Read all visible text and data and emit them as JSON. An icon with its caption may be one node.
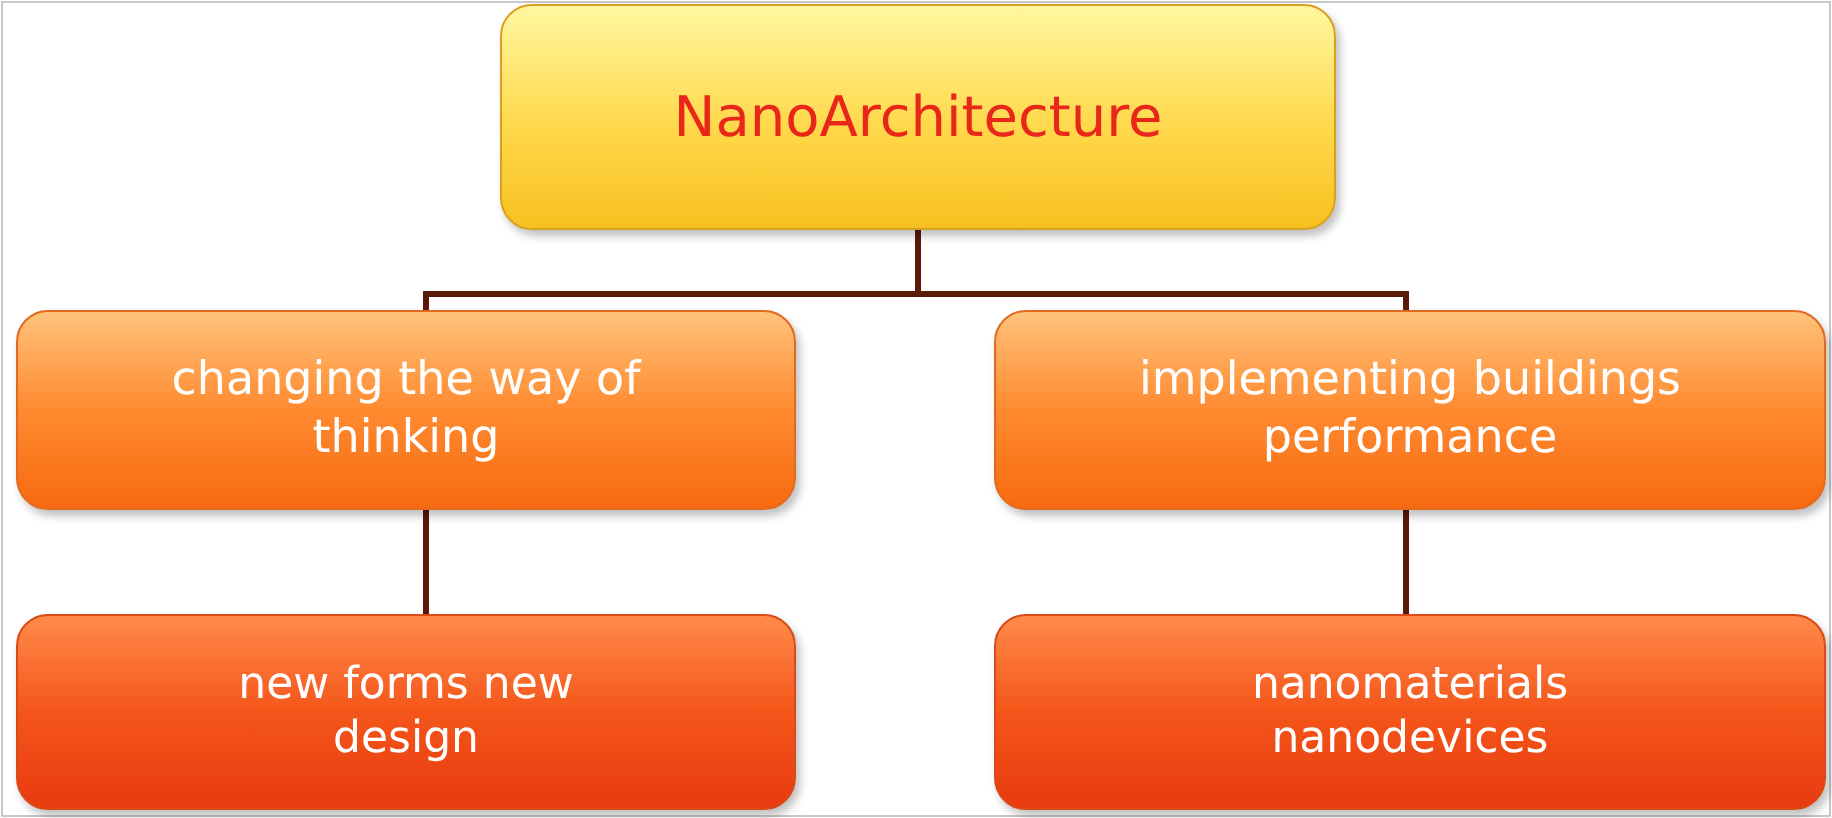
{
  "diagram": {
    "nodes": [
      {
        "text": [
          "NanoArchitecture"
        ]
      },
      {
        "text": [
          "changing the way of thinking"
        ]
      },
      {
        "text": [
          "implementing buildings performance"
        ]
      },
      {
        "text": [
          "new forms new design"
        ]
      },
      {
        "text": [
          "nanomaterials nanodevices"
        ]
      }
    ],
    "edges": [
      {
        "from": 0,
        "to": 1,
        "arrow": "none"
      },
      {
        "from": 0,
        "to": 2,
        "arrow": "none"
      },
      {
        "from": 1,
        "to": 3,
        "arrow": "none"
      },
      {
        "from": 2,
        "to": 4,
        "arrow": "none"
      }
    ]
  }
}
